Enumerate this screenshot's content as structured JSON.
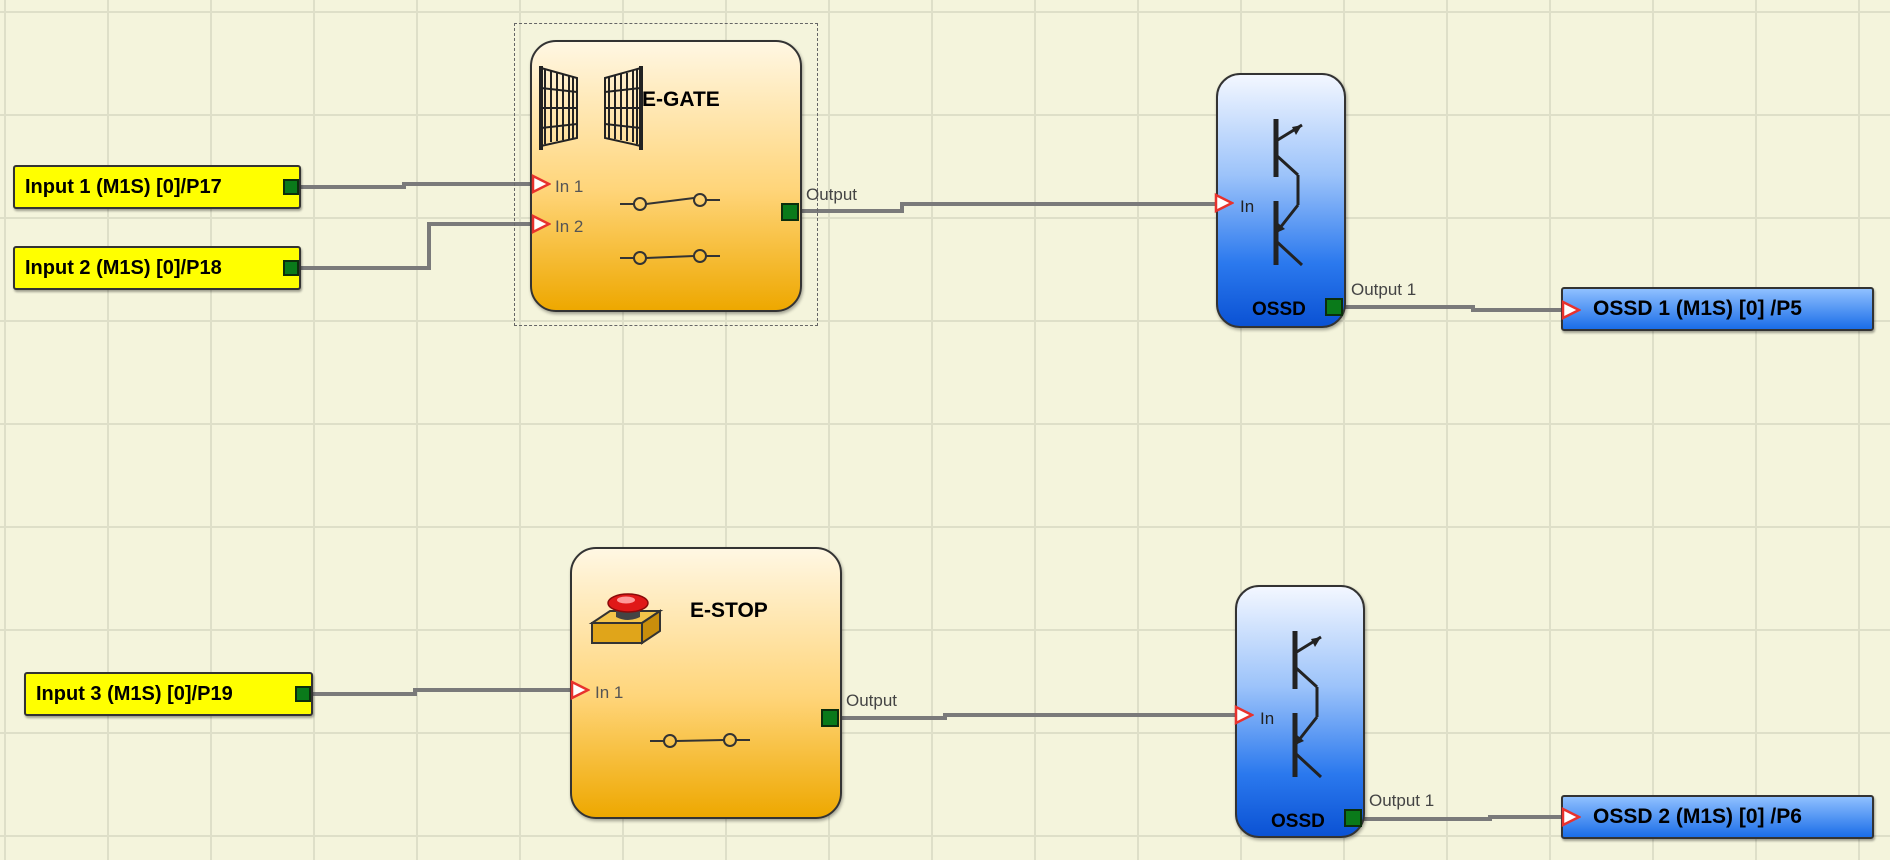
{
  "inputs": [
    {
      "label": "Input 1 (M1S) [0]/P17"
    },
    {
      "label": "Input 2 (M1S) [0]/P18"
    },
    {
      "label": "Input 3 (M1S) [0]/P19"
    }
  ],
  "blocks": {
    "egate": {
      "title": "E-GATE",
      "in1": "In 1",
      "in2": "In 2",
      "output": "Output"
    },
    "estop": {
      "title": "E-STOP",
      "in1": "In 1",
      "output": "Output"
    }
  },
  "ossd": [
    {
      "title": "OSSD",
      "in": "In",
      "output": "Output 1"
    },
    {
      "title": "OSSD",
      "in": "In",
      "output": "Output 1"
    }
  ],
  "outputs": [
    {
      "label": "OSSD 1 (M1S) [0] /P5"
    },
    {
      "label": "OSSD 2 (M1S) [0] /P6"
    }
  ],
  "colors": {
    "input_block": "#ffff00",
    "output_block": "#1a6de8",
    "function_block": "#eea800",
    "ossd_block": "#2b79ee",
    "port": "#0a7a1a",
    "pin_arrow": "#e8322d",
    "wire": "#7a7a7a",
    "canvas": "#f4f4dc",
    "grid": "#dedfc8"
  },
  "icons": [
    "gate-icon",
    "emergency-stop-icon",
    "transistor-icon",
    "switch-contact-icon"
  ]
}
